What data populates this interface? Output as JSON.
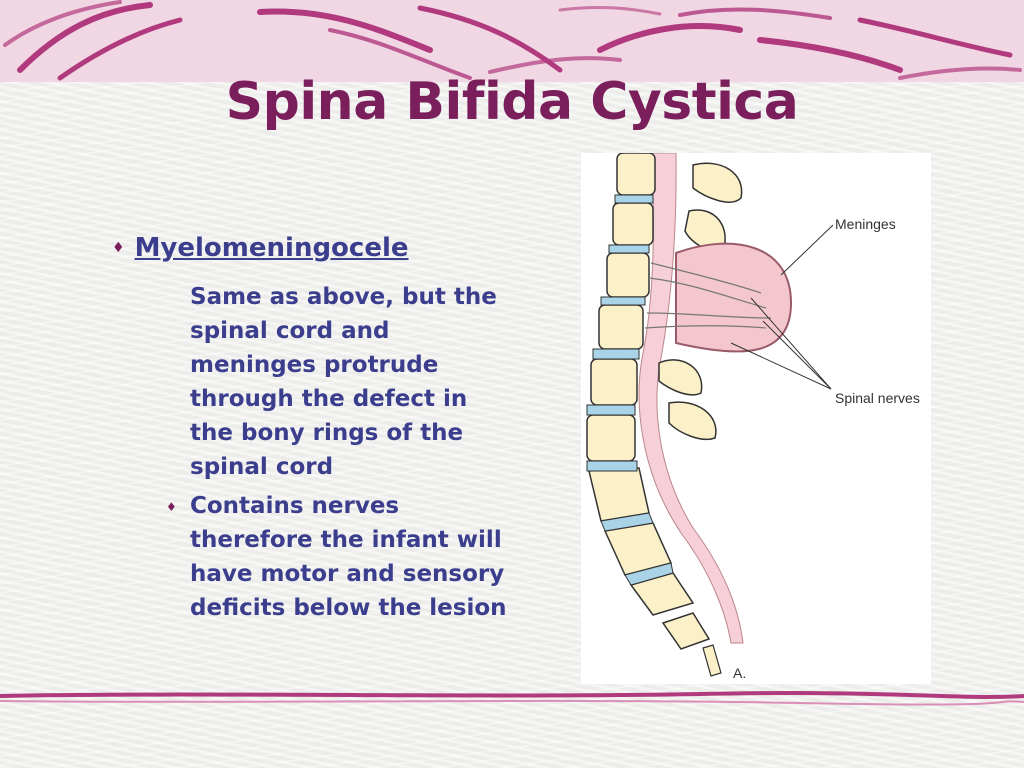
{
  "slide": {
    "title": "Spina Bifida Cystica",
    "bullet": {
      "label": "Myelomeningocele",
      "text": "Same as above, but the spinal cord and meninges protrude through the defect in the bony rings of the spinal cord",
      "sub_bullet": "Contains nerves therefore the infant will have motor and sensory deficits below the lesion"
    }
  },
  "figure": {
    "label_meninges": "Meninges",
    "label_spinal_nerves": "Spinal nerves",
    "panel_label": "A."
  },
  "colors": {
    "title": "#7a1f5c",
    "body_text": "#3b3d8d",
    "accent_band": "#f1d6e3",
    "swirl": "#b03a7d"
  }
}
